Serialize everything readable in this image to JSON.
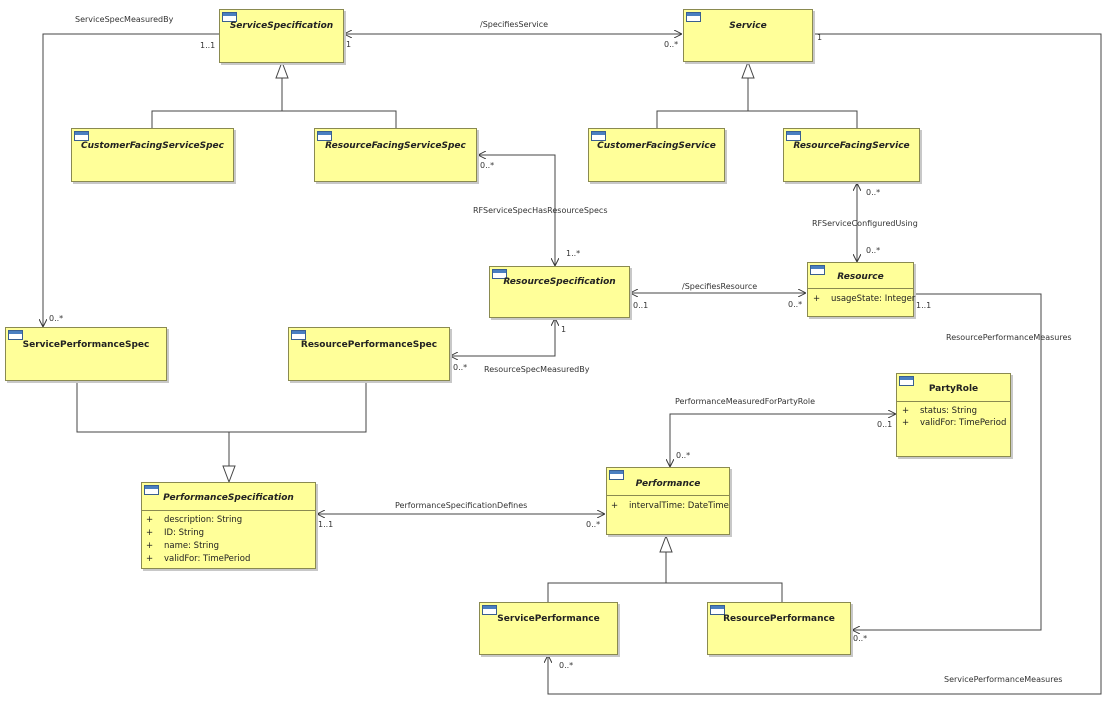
{
  "classes": {
    "service_specification": {
      "name": "ServiceSpecification"
    },
    "service": {
      "name": "Service"
    },
    "customer_facing_service_spec": {
      "name": "CustomerFacingServiceSpec"
    },
    "resource_facing_service_spec": {
      "name": "ResourceFacingServiceSpec"
    },
    "customer_facing_service": {
      "name": "CustomerFacingService"
    },
    "resource_facing_service": {
      "name": "ResourceFacingService"
    },
    "resource_specification": {
      "name": "ResourceSpecification"
    },
    "resource": {
      "name": "Resource",
      "attributes": [
        {
          "vis": "+",
          "text": "usageState: Integer"
        }
      ]
    },
    "service_performance_spec": {
      "name": "ServicePerformanceSpec"
    },
    "resource_performance_spec": {
      "name": "ResourcePerformanceSpec"
    },
    "party_role": {
      "name": "PartyRole",
      "attributes": [
        {
          "vis": "+",
          "text": "status: String"
        },
        {
          "vis": "+",
          "text": "validFor: TimePeriod"
        }
      ]
    },
    "performance_specification": {
      "name": "PerformanceSpecification",
      "attributes": [
        {
          "vis": "+",
          "text": "description: String"
        },
        {
          "vis": "+",
          "text": "ID: String"
        },
        {
          "vis": "+",
          "text": "name: String"
        },
        {
          "vis": "+",
          "text": "validFor: TimePeriod"
        }
      ]
    },
    "performance": {
      "name": "Performance",
      "attributes": [
        {
          "vis": "+",
          "text": "intervalTime: DateTime"
        }
      ]
    },
    "service_performance": {
      "name": "ServicePerformance"
    },
    "resource_performance": {
      "name": "ResourcePerformance"
    }
  },
  "associations": {
    "service_spec_measured_by": "ServiceSpecMeasuredBy",
    "specifies_service": "/SpecifiesService",
    "rf_service_spec_has_resource_specs": "RFServiceSpecHasResourceSpecs",
    "rf_service_configured_using": "RFServiceConfiguredUsing",
    "specifies_resource": "/SpecifiesResource",
    "resource_performance_measures": "ResourcePerformanceMeasures",
    "resource_spec_measured_by": "ResourceSpecMeasuredBy",
    "performance_measured_for_party_role": "PerformanceMeasuredForPartyRole",
    "performance_specification_defines": "PerformanceSpecificationDefines",
    "service_performance_measures": "ServicePerformanceMeasures"
  },
  "multiplicities": {
    "ssmb_src": "1..1",
    "ssmb_dst": "0..*",
    "ss_src": "1",
    "ss_dst": "0..*",
    "svc_right": "1",
    "rfss_src": "0..*",
    "rfss_dst": "1..*",
    "rfsc_src": "0..*",
    "rfsc_dst": "0..*",
    "sr_src": "0..1",
    "sr_dst": "0..*",
    "res_right": "1..1",
    "rsmb_src": "1",
    "rsmb_dst": "0..*",
    "pmfpr_perf": "0..*",
    "pmfpr_role": "0..1",
    "psd_src": "1..1",
    "psd_dst": "0..*",
    "rpm_dst": "0..*",
    "spm_dst": "0..*"
  }
}
